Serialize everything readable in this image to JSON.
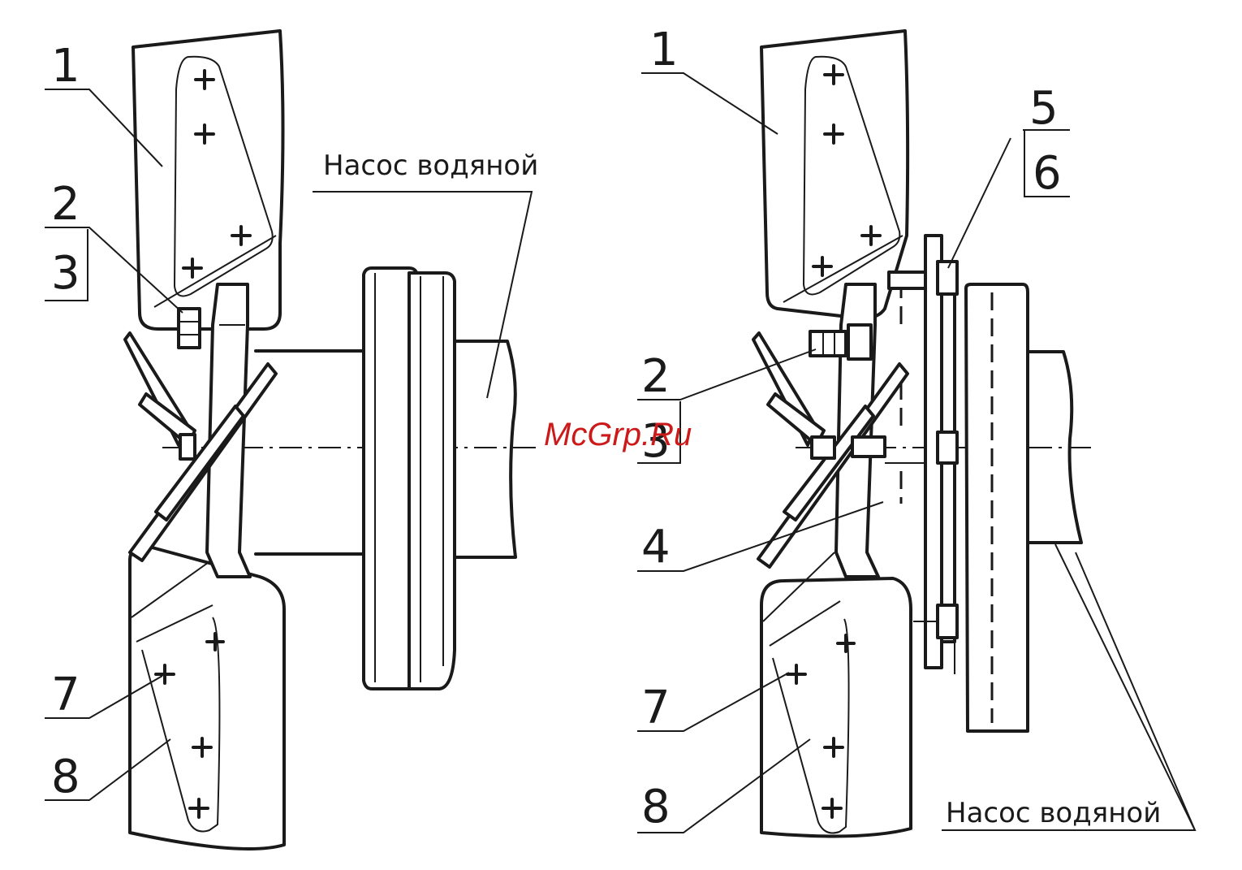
{
  "left_view": {
    "callouts": {
      "c1": "1",
      "c2": "2",
      "c3": "3",
      "c7": "7",
      "c8": "8"
    },
    "pump_label": "Насос водяной"
  },
  "right_view": {
    "callouts": {
      "c1": "1",
      "c2": "2",
      "c3": "3",
      "c4": "4",
      "c5": "5",
      "c6": "6",
      "c7": "7",
      "c8": "8"
    },
    "pump_label": "Насос водяной"
  },
  "watermark": "McGrp.Ru"
}
